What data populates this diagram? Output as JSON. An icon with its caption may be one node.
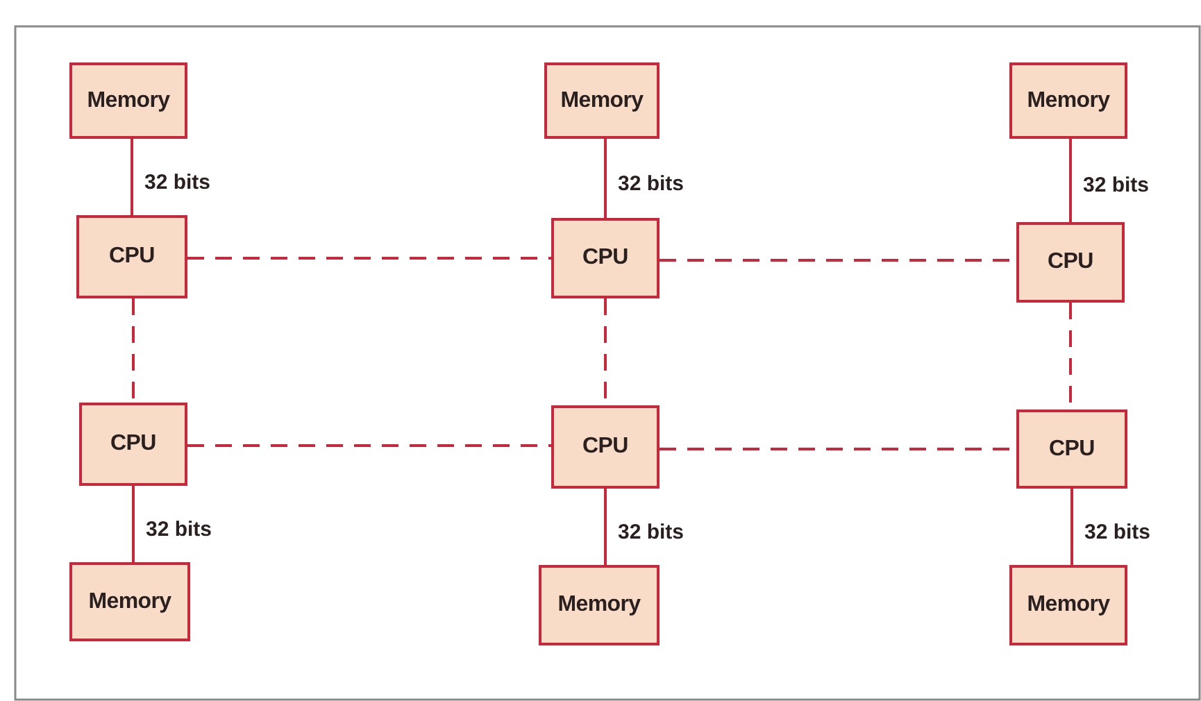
{
  "diagram": {
    "nodes": [
      {
        "text": [
          "Memory"
        ]
      },
      {
        "text": [
          "Memory"
        ]
      },
      {
        "text": [
          "Memory"
        ]
      },
      {
        "text": [
          "CPU"
        ]
      },
      {
        "text": [
          "CPU"
        ]
      },
      {
        "text": [
          "CPU"
        ]
      },
      {
        "text": [
          "CPU"
        ]
      },
      {
        "text": [
          "CPU"
        ]
      },
      {
        "text": [
          "CPU"
        ]
      },
      {
        "text": [
          "Memory"
        ]
      },
      {
        "text": [
          "Memory"
        ]
      },
      {
        "text": [
          "Memory"
        ]
      }
    ],
    "edges": [
      {
        "from": 0,
        "to": 3,
        "arrow": "none",
        "label": "32 bits"
      },
      {
        "from": 1,
        "to": 4,
        "arrow": "none",
        "label": "32 bits"
      },
      {
        "from": 2,
        "to": 5,
        "arrow": "none",
        "label": "32 bits"
      },
      {
        "from": 3,
        "to": 4,
        "arrow": "none",
        "style": "dashed"
      },
      {
        "from": 4,
        "to": 5,
        "arrow": "none",
        "style": "dashed"
      },
      {
        "from": 3,
        "to": 6,
        "arrow": "none",
        "style": "dashed"
      },
      {
        "from": 4,
        "to": 7,
        "arrow": "none",
        "style": "dashed"
      },
      {
        "from": 5,
        "to": 8,
        "arrow": "none",
        "style": "dashed"
      },
      {
        "from": 6,
        "to": 7,
        "arrow": "none",
        "style": "dashed"
      },
      {
        "from": 7,
        "to": 8,
        "arrow": "none",
        "style": "dashed"
      },
      {
        "from": 6,
        "to": 9,
        "arrow": "none",
        "label": "32 bits"
      },
      {
        "from": 7,
        "to": 10,
        "arrow": "none",
        "label": "32 bits"
      },
      {
        "from": 8,
        "to": 11,
        "arrow": "none",
        "label": "32 bits"
      }
    ]
  }
}
